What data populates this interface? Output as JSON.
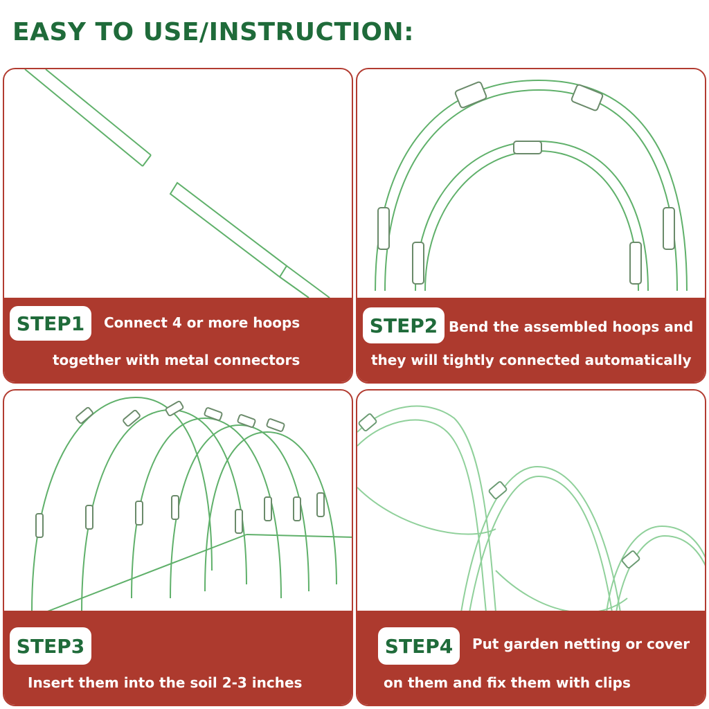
{
  "title": "EASY TO USE/INSTRUCTION:",
  "colors": {
    "title": "#1f6b3a",
    "banner": "#ad3a2e",
    "hoop": "#5fb06a",
    "badge_text": "#1f6b3a"
  },
  "steps": [
    {
      "badge": "STEP1",
      "line1": "Connect 4 or more hoops",
      "line2": "together with metal connectors"
    },
    {
      "badge": "STEP2",
      "line1": "Bend the assembled hoops and",
      "line2": "they will tightly connected automatically"
    },
    {
      "badge": "STEP3",
      "line1": "Insert them into the soil 2-3 inches",
      "line2": ""
    },
    {
      "badge": "STEP4",
      "line1": "Put garden netting or cover",
      "line2": "on them and fix them with clips"
    }
  ]
}
